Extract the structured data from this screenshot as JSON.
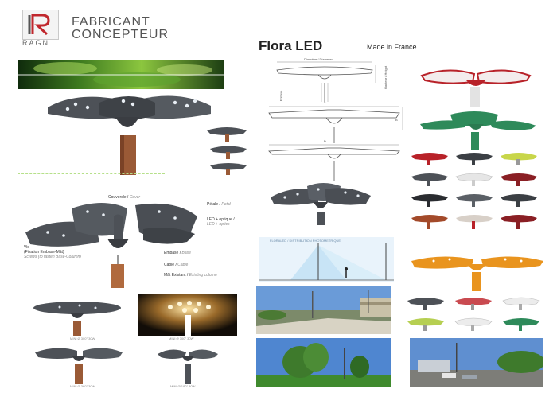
{
  "brand": {
    "logo_text": "RAGN",
    "line1": "FABRICANT",
    "line2": "CONCEPTEUR"
  },
  "product": {
    "title": "Flora LED",
    "subtitle": "Made in France"
  },
  "labels": {
    "couvercle": "Couvercle /",
    "couvercle_en": "Cover",
    "petale": "Pétale /",
    "petale_en": "Petal",
    "led": "LED + optique /",
    "led_en": "LED + optics",
    "vis": "Vis",
    "fixation": "(Fixation Embase-Mât)",
    "fixation_en": "Screws (to fasten Base-Column)",
    "embase": "Embase /",
    "embase_en": "Base",
    "cable": "Câble /",
    "cable_en": "Cable",
    "mat": "Mât Existant /",
    "mat_en": "Existing column"
  },
  "captions": {
    "c1": "MINI Ø 300° 30W",
    "c2": "MINI Ø 300° 30W",
    "c3": "MINI Ø 360° 30W",
    "c4": "MINI Ø 180° 30W"
  },
  "drawing": {
    "diametre": "Diamètre / Diameter",
    "hauteur": "Hauteur / Height",
    "a": "A",
    "b": "B",
    "c": "C",
    "entraxe": "Entraxe",
    "optique_text": "FLORALED / DISTRIBUTION PHOTOMETRIQUE"
  },
  "colors": {
    "lamp_grey": "#4d5157",
    "lamp_red": "#b82229",
    "lamp_green": "#2e8a5a",
    "lamp_orange": "#e9941e",
    "pole_wood": "#9a5a36",
    "sky": "#5f8fd0",
    "grass": "#3f8a2e"
  }
}
